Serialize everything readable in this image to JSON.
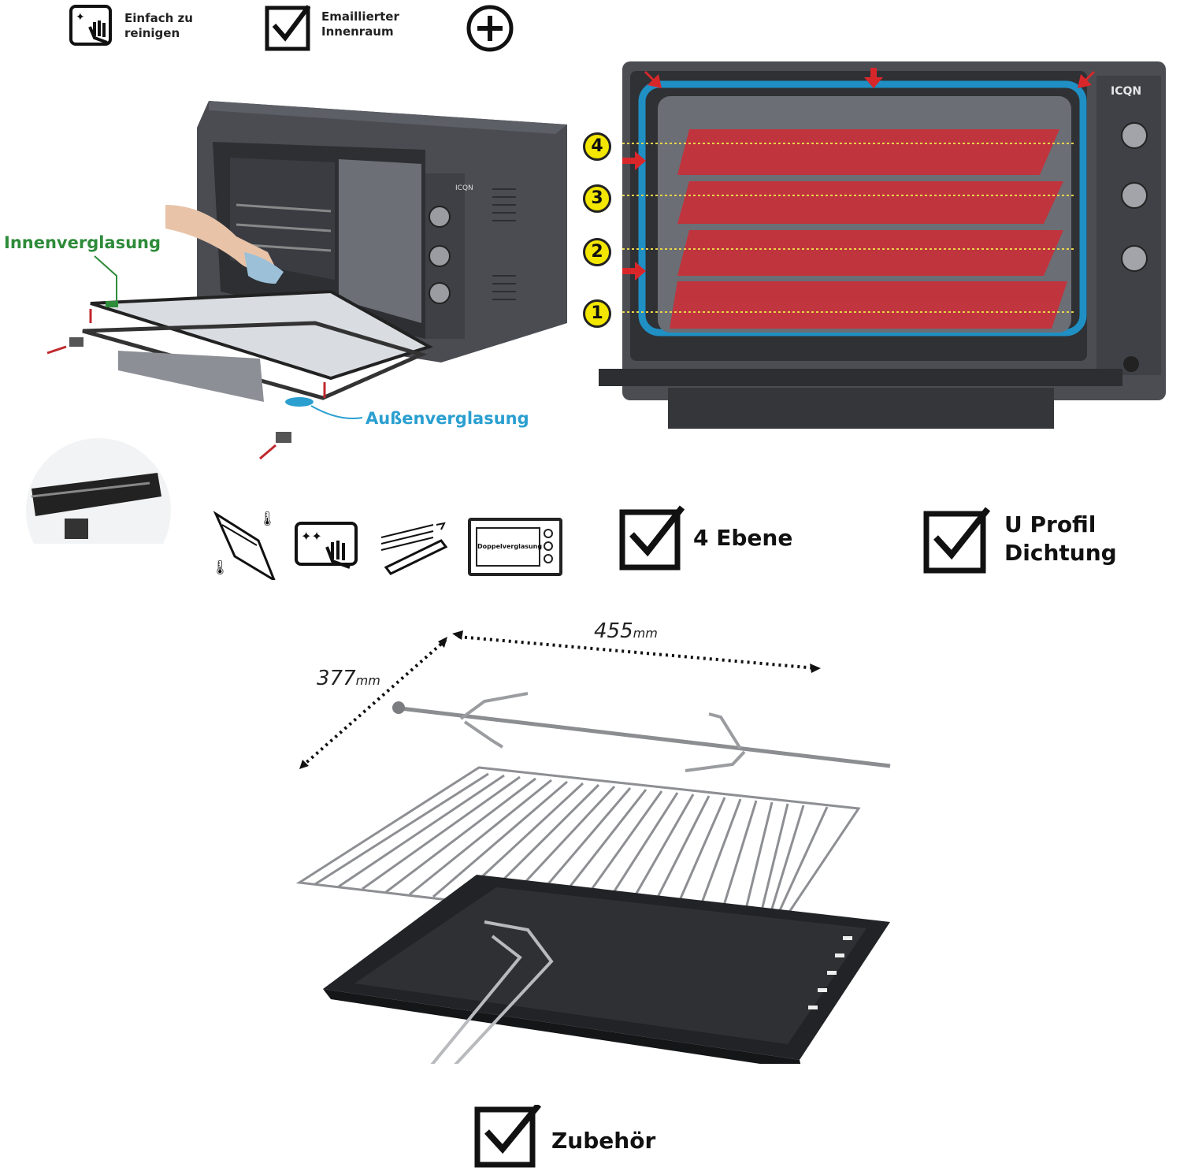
{
  "features_top": {
    "clean_label": "Einfach zu reinigen",
    "clean_line1": "Einfach zu",
    "clean_line2": "reinigen",
    "enamel_line1": "Emaillierter",
    "enamel_line2": "Innenraum"
  },
  "oven_left": {
    "brand": "ICQN",
    "inner_glass_label": "Innenverglasung",
    "outer_glass_label": "Außenverglasung"
  },
  "oven_right": {
    "brand": "ICQN",
    "levels": [
      "4",
      "3",
      "2",
      "1"
    ]
  },
  "features_middle": {
    "double_glass_label": "Doppelverglasung",
    "levels_label": "4 Ebene",
    "seal_line1": "U Profil",
    "seal_line2": "Dichtung"
  },
  "accessories": {
    "width_value": "455",
    "depth_value": "377",
    "unit": "mm",
    "label": "Zubehör"
  },
  "colors": {
    "inner_glass": "#2e8b3a",
    "outer_glass": "#2a9fd0",
    "level_badge": "#f3e600",
    "tray_red": "#c8303a",
    "seal_blue": "#1f8fc4"
  }
}
